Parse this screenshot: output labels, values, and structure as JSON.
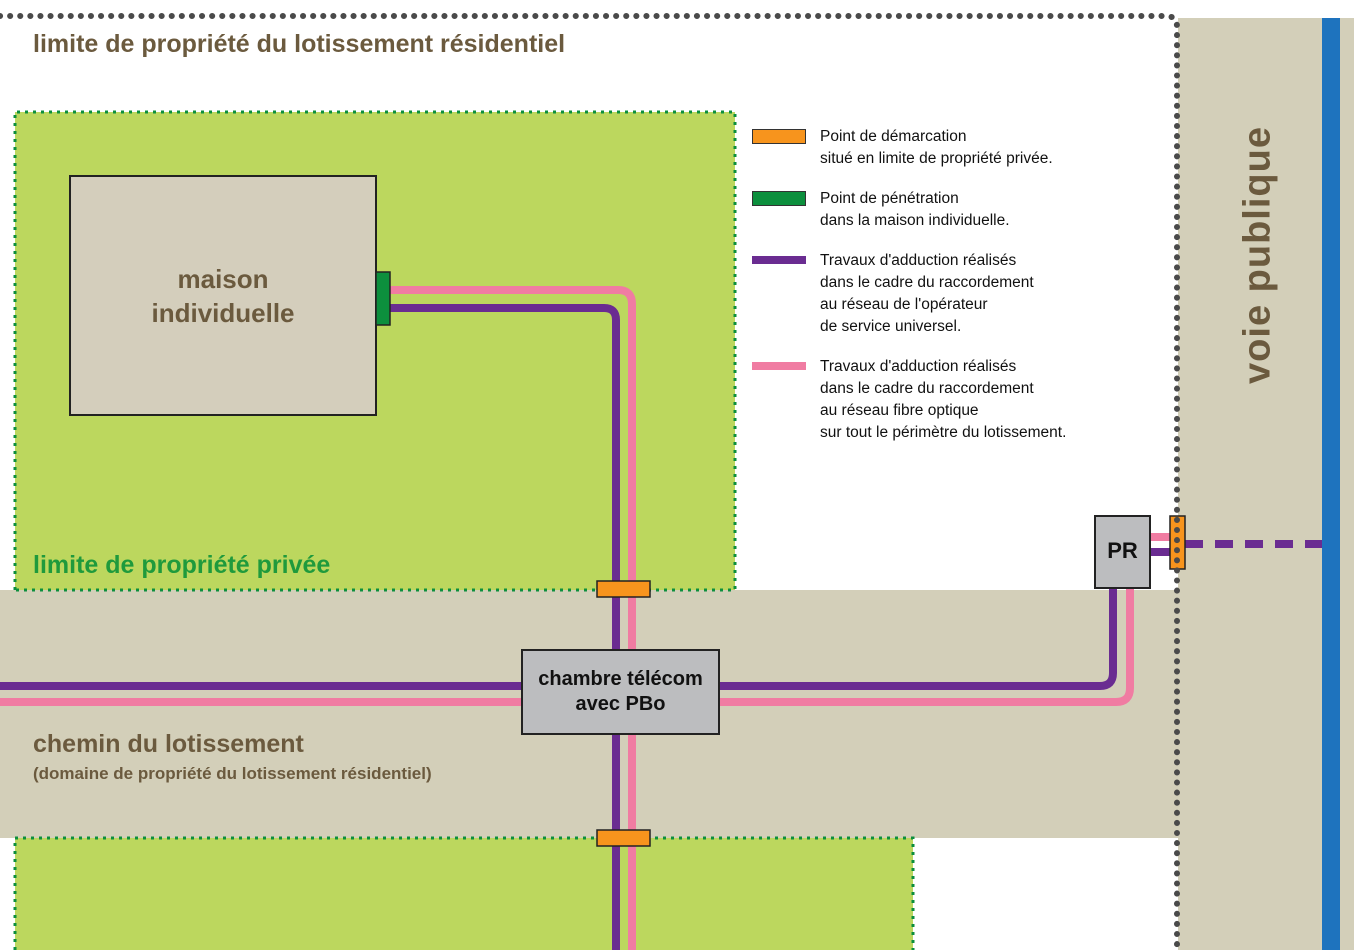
{
  "colors": {
    "green_area": "#bcd75e",
    "road": "#d3cfb9",
    "house": "#d4cebc",
    "purple": "#6a2c91",
    "pink": "#f07ca2",
    "orange": "#f7941d",
    "dark_green": "#0c8f3d",
    "blue": "#1e73be",
    "grey_box": "#bcbdbf"
  },
  "labels": {
    "lotissement_limit": "limite de propriété du lotissement résidentiel",
    "house_line1": "maison",
    "house_line2": "individuelle",
    "private_limit": "limite de propriété privée",
    "chemin": "chemin du lotissement",
    "chemin_sub": "(domaine de propriété du lotissement résidentiel)",
    "chambre_line1": "chambre télécom",
    "chambre_line2": "avec PBo",
    "pr": "PR",
    "voie": "voie publique"
  },
  "legend": [
    {
      "swatch": "orange-box",
      "lines": [
        "Point de démarcation",
        "situé en limite de propriété privée."
      ]
    },
    {
      "swatch": "green-box",
      "lines": [
        "Point de pénétration",
        "dans la maison individuelle."
      ]
    },
    {
      "swatch": "purple-line",
      "lines": [
        "Travaux d'adduction réalisés",
        "dans le cadre du raccordement",
        "au réseau de l'opérateur",
        "de service universel."
      ]
    },
    {
      "swatch": "pink-line",
      "lines": [
        "Travaux d'adduction réalisés",
        "dans le cadre du raccordement",
        "au réseau fibre optique",
        "sur tout le périmètre du lotissement."
      ]
    }
  ]
}
